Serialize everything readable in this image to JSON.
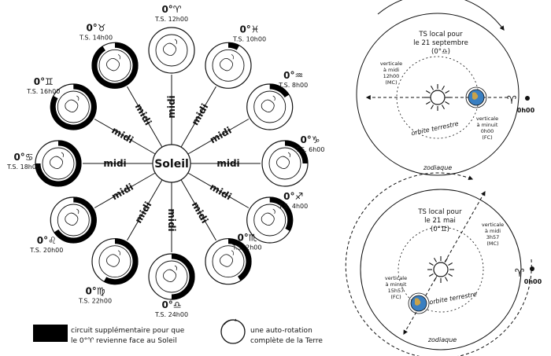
{
  "left_diagram": {
    "sun_label": "Soleil",
    "midi_label": "midi",
    "positions": [
      {
        "sign": "0°♈",
        "ts": "T.S. 12h00",
        "arc": 0.0
      },
      {
        "sign": "0°♓",
        "ts": "T.S. 10h00",
        "arc": 0.08
      },
      {
        "sign": "0°♒",
        "ts": "T.S. 8h00",
        "arc": 0.16
      },
      {
        "sign": "0°♑",
        "ts": "T.S. 6h00",
        "arc": 0.25
      },
      {
        "sign": "0°♐",
        "ts": "T.S. 4h00",
        "arc": 0.33
      },
      {
        "sign": "0°♏",
        "ts": "T.S. 2h00",
        "arc": 0.41
      },
      {
        "sign": "0°♎",
        "ts": "T.S. 24h00",
        "arc": 0.5
      },
      {
        "sign": "0°♍",
        "ts": "T.S. 22h00",
        "arc": 0.58
      },
      {
        "sign": "0°♌",
        "ts": "T.S. 20h00",
        "arc": 0.66
      },
      {
        "sign": "0°♋",
        "ts": "T.S. 18h00",
        "arc": 0.75
      },
      {
        "sign": "0°♊",
        "ts": "T.S. 16h00",
        "arc": 0.83
      },
      {
        "sign": "0°♉",
        "ts": "T.S. 14h00",
        "arc": 0.91
      }
    ],
    "legend_black_line1": "circuit supplémentaire pour que",
    "legend_black_line2": "le 0°♈ revienne face au Soleil",
    "legend_circle_line1": "une auto-rotation",
    "legend_circle_line2": "complète de la Terre"
  },
  "top_right": {
    "title_line1": "TS local pour",
    "title_line2": "le 21 septembre",
    "title_line3": "(0°♎)",
    "mc_line1": "verticale",
    "mc_line2": "à midi",
    "mc_line3": "12h00",
    "mc_line4": "(MC)",
    "fc_line1": "verticale",
    "fc_line2": "à minuit",
    "fc_line3": "0h00",
    "fc_line4": "(FC)",
    "orbit_label": "orbite terrestre",
    "zodiac_label": "zodiaque",
    "aries_symbol": "♈",
    "zero_label": "0h00"
  },
  "bottom_right": {
    "title_line1": "TS local pour",
    "title_line2": "le 21 mai",
    "title_line3": "(0°♊)",
    "mc_line1": "verticale",
    "mc_line2": "à midi",
    "mc_line3": "3h57",
    "mc_line4": "(MC)",
    "fc_line1": "verticale",
    "fc_line2": "à minuit",
    "fc_line3": "15h57",
    "fc_line4": "(FC)",
    "orbit_label": "orbite terrestre",
    "zodiac_label": "zodiaque",
    "aries_symbol": "♈",
    "zero_label": "0h00"
  }
}
